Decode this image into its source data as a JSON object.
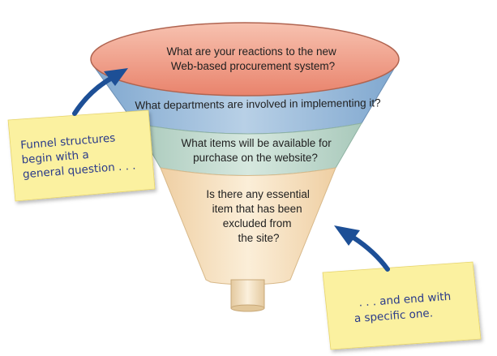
{
  "funnel": {
    "levels": [
      {
        "lines": [
          "What are your reactions to the new",
          "Web-based procurement system?"
        ],
        "color": "#f0a08a"
      },
      {
        "lines": [
          "What departments are involved in implementing it?"
        ],
        "color": "#a9c4dc"
      },
      {
        "lines": [
          "What items will be available for",
          "purchase on the website?"
        ],
        "color": "#c9ddd4"
      },
      {
        "lines": [
          "Is there any essential",
          "item that has been",
          "excluded from",
          "the site?"
        ],
        "color": "#f8e4c4"
      }
    ]
  },
  "notes": {
    "left": {
      "lines": [
        "Funnel structures",
        "begin with a",
        "general question . . ."
      ],
      "color": "#fbf1a0"
    },
    "right": {
      "lines": [
        ". . . and end with",
        "a specific one."
      ],
      "color": "#fbf1a0"
    }
  },
  "arrow_color": "#1d4f96"
}
